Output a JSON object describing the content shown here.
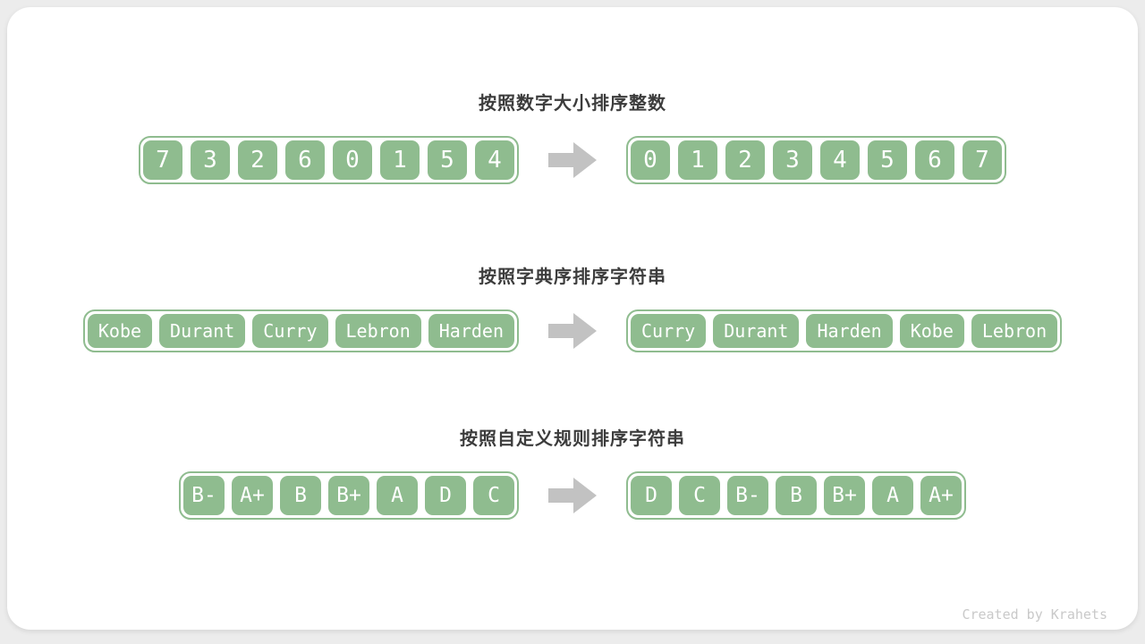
{
  "colors": {
    "background": "#ececec",
    "card": "#ffffff",
    "green": "#8fbc8f",
    "cell_text": "#ffffff",
    "arrow": "#c2c2c2",
    "title_text": "#3c3c3c",
    "footer_text": "#c9c9c9"
  },
  "sections": [
    {
      "title": "按照数字大小排序整数",
      "before": [
        "7",
        "3",
        "2",
        "6",
        "0",
        "1",
        "5",
        "4"
      ],
      "after": [
        "0",
        "1",
        "2",
        "3",
        "4",
        "5",
        "6",
        "7"
      ]
    },
    {
      "title": "按照字典序排序字符串",
      "before": [
        "Kobe",
        "Durant",
        "Curry",
        "Lebron",
        "Harden"
      ],
      "after": [
        "Curry",
        "Durant",
        "Harden",
        "Kobe",
        "Lebron"
      ]
    },
    {
      "title": "按照自定义规则排序字符串",
      "before": [
        "B-",
        "A+",
        "B",
        "B+",
        "A",
        "D",
        "C"
      ],
      "after": [
        "D",
        "C",
        "B-",
        "B",
        "B+",
        "A",
        "A+"
      ]
    }
  ],
  "footer": {
    "credit": "Created by Krahets"
  }
}
